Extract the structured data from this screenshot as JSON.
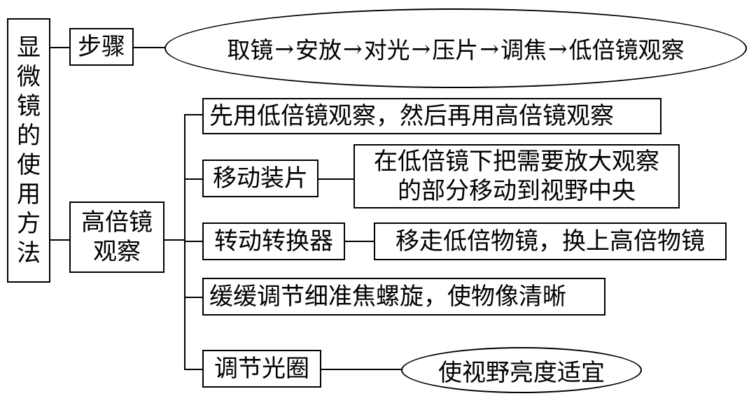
{
  "title_chars": [
    "显",
    "微",
    "镜",
    "的",
    "使",
    "用",
    "方",
    "法"
  ],
  "steps": {
    "label": "步骤",
    "items": [
      "取镜",
      "安放",
      "对光",
      "压片",
      "调焦",
      "低倍镜观察"
    ],
    "arrow": "→"
  },
  "high_power": {
    "label_lines": [
      "高倍镜",
      "观察"
    ],
    "branches": {
      "b1": "先用低倍镜观察，然后再用高倍镜观察",
      "b2": "移动装片",
      "b2_detail_lines": [
        "在低倍镜下把需要放大观察",
        "的部分移动到视野中央"
      ],
      "b3": "转动转换器",
      "b3_detail": "移走低倍物镜，换上高倍物镜",
      "b4": "缓缓调节细准焦螺旋，使物像清晰",
      "b5": "调节光圈",
      "b5_detail": "使视野亮度适宜"
    }
  }
}
